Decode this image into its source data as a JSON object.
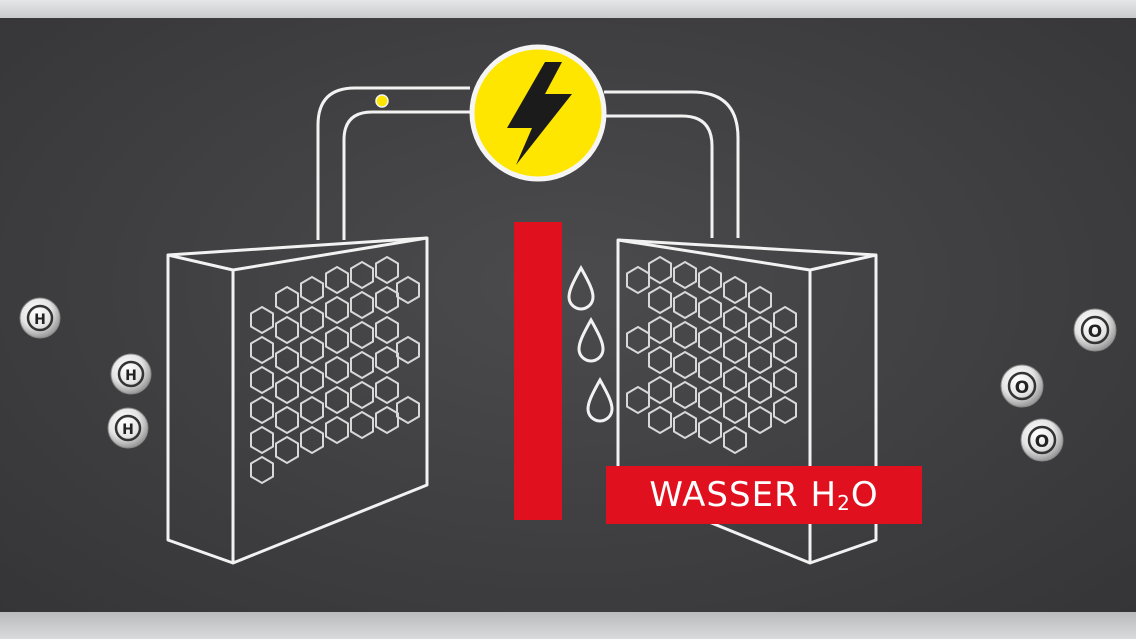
{
  "label": {
    "prefix": "WASSER H",
    "subscript": "2",
    "suffix": "O"
  },
  "molecules": {
    "hydrogen_letter": "H",
    "oxygen_letter": "O"
  },
  "colors": {
    "background": "#3f3f41",
    "line": "#f2f2f2",
    "bolt_circle": "#ffe600",
    "membrane": "#e0101e",
    "label_bg": "#e0101e"
  },
  "icons": [
    "lightning-bolt-icon",
    "water-drop-icon",
    "hydrogen-molecule-icon",
    "oxygen-molecule-icon"
  ]
}
